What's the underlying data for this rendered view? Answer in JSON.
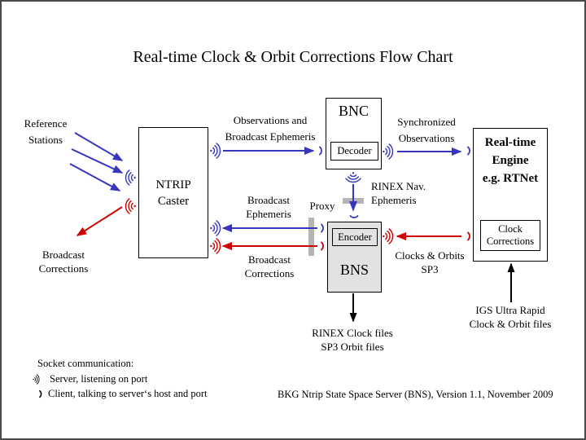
{
  "title": "Real-time Clock & Orbit Corrections Flow Chart",
  "colors": {
    "arrow_blue": "#3636bf",
    "arrow_red": "#d00000",
    "arrow_black": "#000000",
    "proxy_bar_gray": "#b5b5b5",
    "bns_fill_gray": "#e2e2e2",
    "frame_gray": "#4a4a4a"
  },
  "boxes": {
    "ntrip_caster": {
      "label": "NTRIP\nCaster"
    },
    "bnc": {
      "label": "BNC",
      "sub_label": "Decoder"
    },
    "bns": {
      "label": "BNS",
      "sub_label": "Encoder"
    },
    "engine": {
      "label": "Real-time\nEngine\ne.g. RTNet",
      "sub_label": "Clock\nCorrections"
    }
  },
  "labels": {
    "reference_stations": "Reference\nStations",
    "observations": "Observations and\nBroadcast Ephemeris",
    "synchronized": "Synchronized\nObservations",
    "rinex_nav": "RINEX Nav.\nEphemeris",
    "proxy": "Proxy",
    "broadcast_ephemeris": "Broadcast\nEphemeris",
    "broadcast_corrections_mid": "Broadcast\nCorrections",
    "clocks_orbits": "Clocks & Orbits\nSP3",
    "broadcast_corrections_left": "Broadcast\nCorrections",
    "rinex_clock_files": "RINEX Clock files\nSP3 Orbit files",
    "igs_files": "IGS Ultra Rapid\nClock & Orbit files"
  },
  "legend": {
    "title": "Socket communication:",
    "server": "Server, listening on port",
    "client": "Client, talking to server‘s host and port",
    "server_icon": "server-listening-port-icon",
    "client_icon": "client-socket-icon"
  },
  "footer": "BKG Ntrip State Space Server (BNS), Version 1.1, November 2009"
}
